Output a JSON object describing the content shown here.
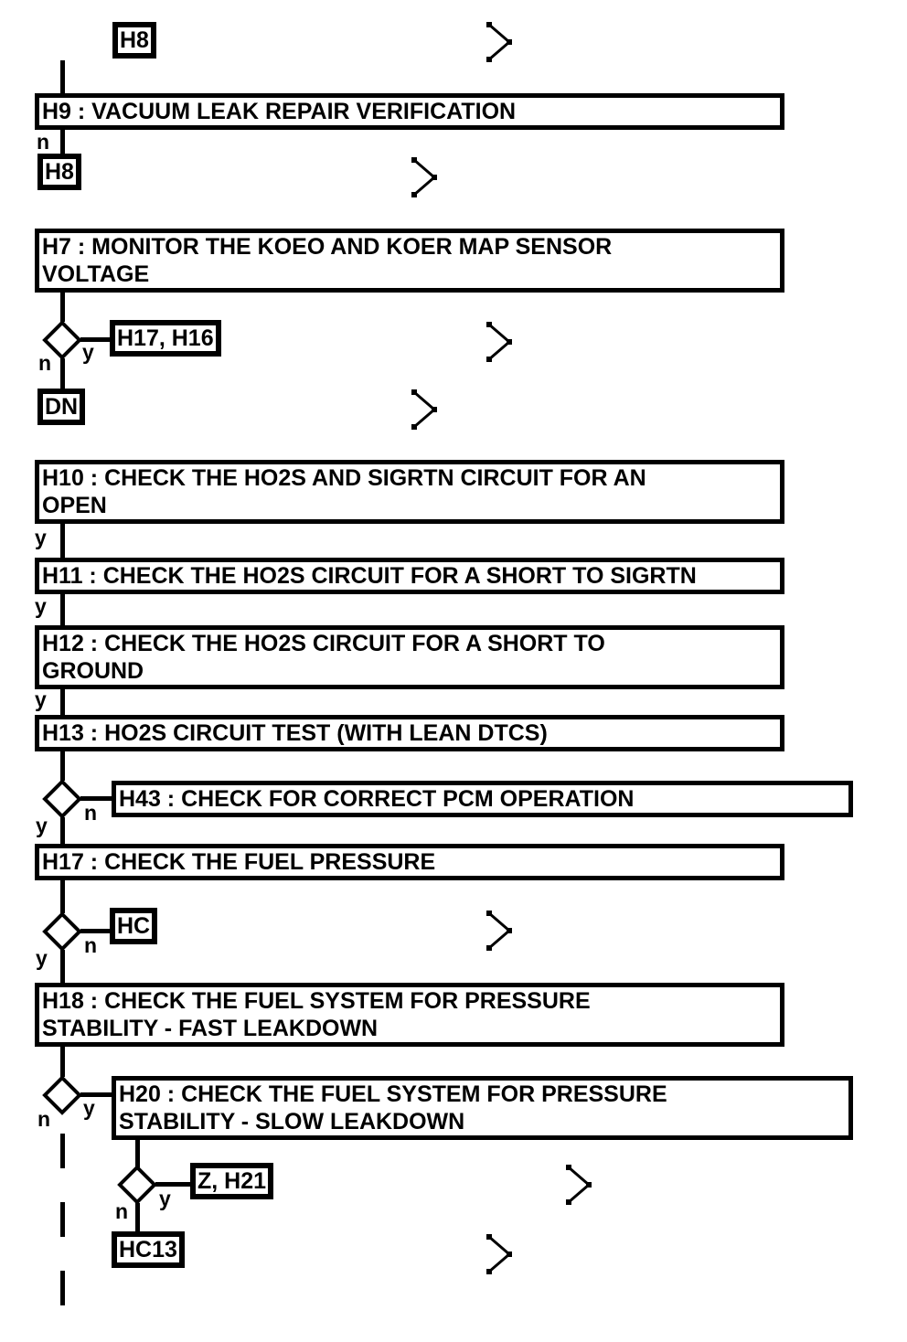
{
  "diagram": {
    "background_color": "#ffffff",
    "line_color": "#000000",
    "labels": {
      "yes": "y",
      "no": "n"
    },
    "nodes": {
      "h8_top": "H8",
      "h9": "H9 : VACUUM LEAK REPAIR VERIFICATION",
      "h8_return": "H8",
      "h7": "H7 : MONITOR THE KOEO AND KOER MAP SENSOR\nVOLTAGE",
      "h17_h16": "H17, H16",
      "dn": "DN",
      "h10": "H10 : CHECK THE HO2S AND SIGRTN CIRCUIT FOR AN\nOPEN",
      "h11": "H11 : CHECK THE HO2S CIRCUIT FOR A SHORT TO SIGRTN",
      "h12": "H12 : CHECK THE HO2S CIRCUIT FOR A SHORT TO\nGROUND",
      "h13": "H13 : HO2S CIRCUIT TEST (WITH LEAN DTCS)",
      "h43": "H43 : CHECK FOR CORRECT PCM OPERATION",
      "h17": "H17 : CHECK THE FUEL PRESSURE",
      "hc": "HC",
      "h18": "H18 : CHECK THE FUEL SYSTEM FOR PRESSURE\nSTABILITY - FAST LEAKDOWN",
      "h20": "H20 : CHECK THE FUEL SYSTEM FOR PRESSURE\nSTABILITY - SLOW LEAKDOWN",
      "z_h21": "Z, H21",
      "hc13": "HC13"
    }
  }
}
